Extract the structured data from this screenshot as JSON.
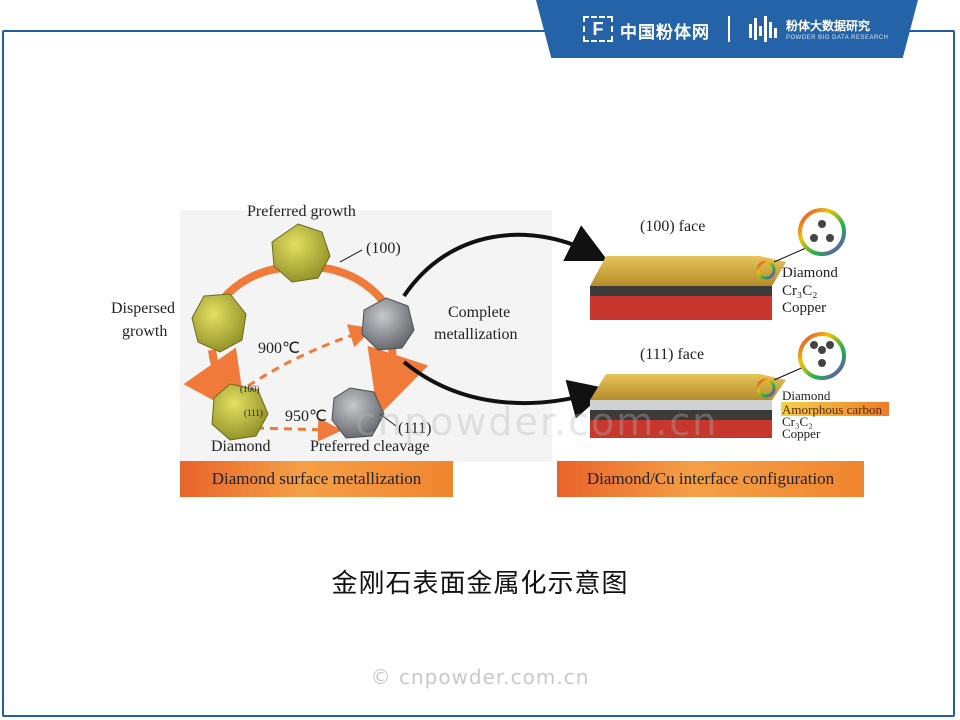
{
  "header": {
    "brand_primary": "中国粉体网",
    "brand_secondary": "粉体大数据研究",
    "brand_secondary_sub": "POWDER BIG DATA RESEARCH",
    "logo_letter": "F"
  },
  "diagram": {
    "left": {
      "preferred_growth": "Preferred growth",
      "face_100": "(100)",
      "dispersed_growth_line1": "Dispersed",
      "dispersed_growth_line2": "growth",
      "temp_900": "900℃",
      "temp_950": "950℃",
      "face_111": "(111)",
      "diamond": "Diamond",
      "preferred_cleavage": "Preferred cleavage",
      "crystal_label_100": "(100)",
      "crystal_label_111": "(111)",
      "banner": "Diamond surface metallization"
    },
    "middle": {
      "complete_line1": "Complete",
      "complete_line2": "metallization"
    },
    "right": {
      "top_face": "(100) face",
      "top_layers": [
        "Diamond",
        "Cr₃C₂",
        "Copper"
      ],
      "bottom_face": "(111) face",
      "bottom_layers": [
        "Diamond",
        "Amorphous carbon",
        "Cr₃C₂",
        "Copper"
      ],
      "banner": "Diamond/Cu interface configuration"
    },
    "colors": {
      "cycle_arrow": "#f07a3a",
      "banner_start": "#e8632a",
      "banner_end": "#f5a046",
      "diamond_yellow": "#b5b43a",
      "metal_gray": "#8a8d92",
      "copper_red": "#c8372d",
      "carbide_dark": "#3b3b3b"
    }
  },
  "watermark_text": "cnpowder.com.cn",
  "caption": "金刚石表面金属化示意图",
  "footer": "©  cnpowder.com.cn"
}
